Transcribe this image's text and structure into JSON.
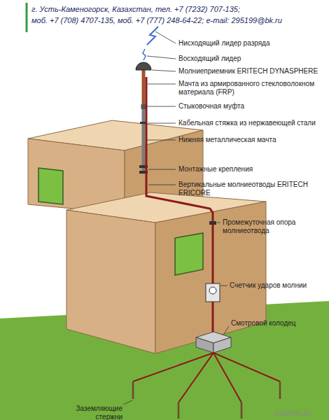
{
  "diagram": {
    "labels": [
      "г. Усть-Каменогорск, Казахстан, тел. +7 (7232) 707-135;",
      "моб. +7 (708) 4707-135, моб. +7 (777) 248-64-22; e-mail: 295199@bk.ru",
      "Нисходящий лидер разряда",
      "Восходящий лидер",
      "Молниеприемник ERITECH DYNASPHERE",
      "Мачта из армированного стекловолокном материала (FRP)",
      "Стыковочная муфта",
      "Кабельная стяжка из нержавеющей стали",
      "Нижняя металлическая мачта",
      "Монтажные крепления",
      "Вертикальные молниеотводы ERITECH ERICORE",
      "Промежуточная опора молниеотвода",
      "Счетчик ударов молнии",
      "Смотровой колодец",
      "Заземляющие стержни",
      "AvizInfo.kz"
    ]
  }
}
